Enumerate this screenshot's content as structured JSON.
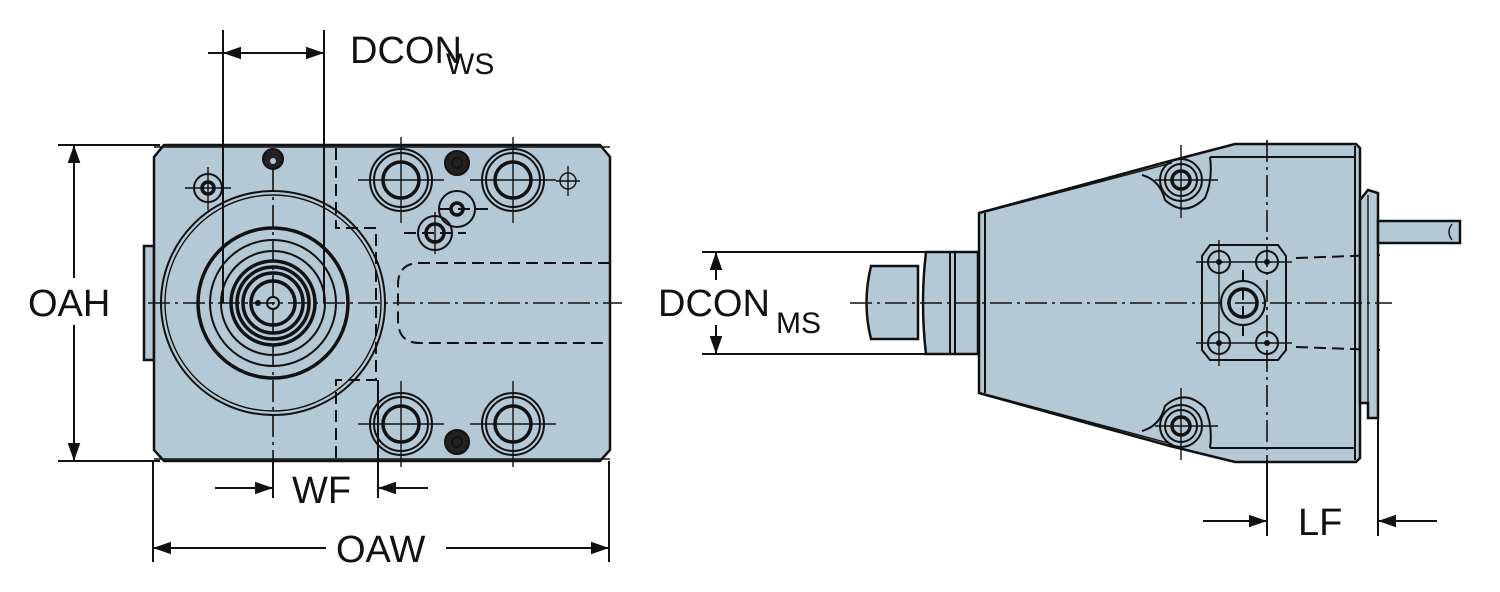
{
  "drawing": {
    "colors": {
      "body_fill": "#b4c8d6",
      "line": "#111111"
    },
    "front_view": {
      "labels": {
        "dcon_ws_main": "DCON",
        "dcon_ws_sub": "WS",
        "oah": "OAH",
        "wf": "WF",
        "oaw": "OAW"
      }
    },
    "side_view": {
      "labels": {
        "dcon_ms_main": "DCON",
        "dcon_ms_sub": "MS",
        "lf": "LF"
      }
    }
  }
}
